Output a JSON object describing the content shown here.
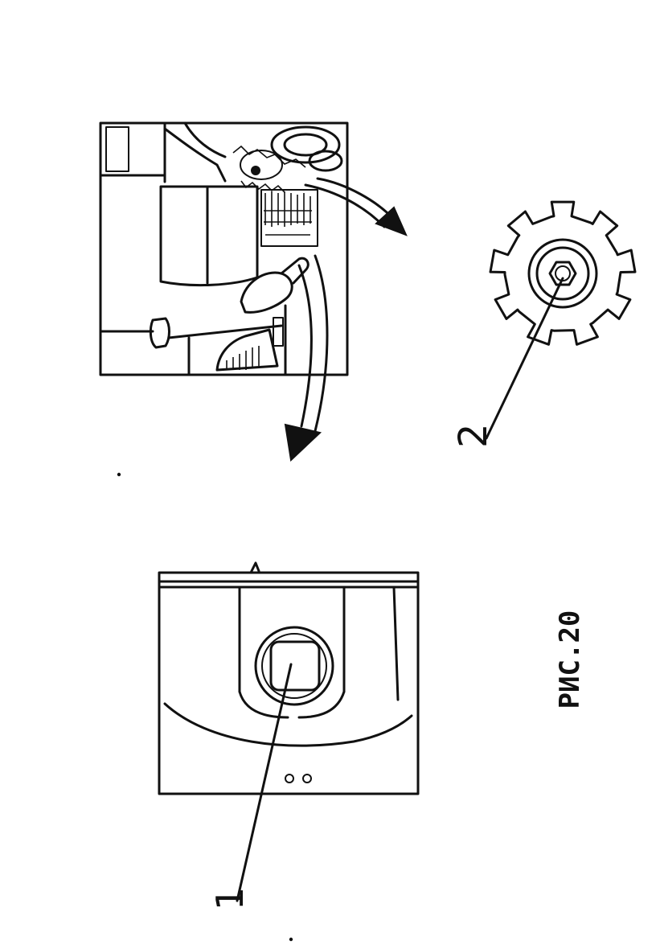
{
  "figure": {
    "caption": "РИС.20",
    "callouts": {
      "one": "1",
      "two": "2"
    }
  }
}
